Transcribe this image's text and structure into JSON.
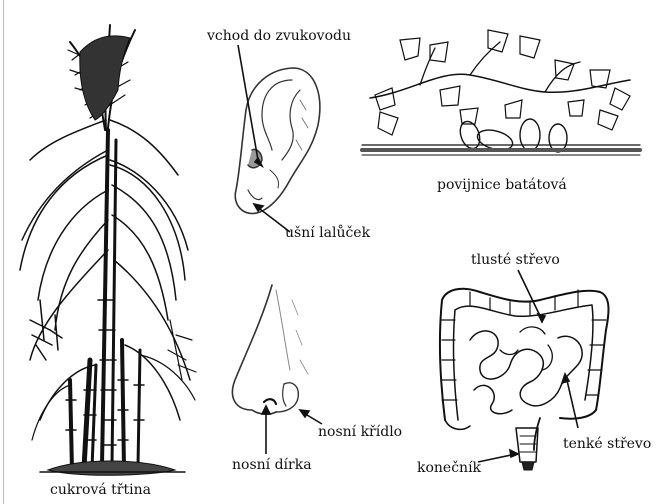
{
  "labels": {
    "sugarcane": "cukrová třtina",
    "ear_canal": "vchod do zvukovodu",
    "earlobe": "ušní lalůček",
    "sweet_potato": "povijnice batátová",
    "large_intestine": "tlusté střevo",
    "small_intestine": "tenké střevo",
    "rectum": "konečník",
    "nostril": "nosní dírka",
    "nasal_wing": "nosní křídlo"
  },
  "colors": {
    "ink": "#111111",
    "paper": "#ffffff"
  }
}
